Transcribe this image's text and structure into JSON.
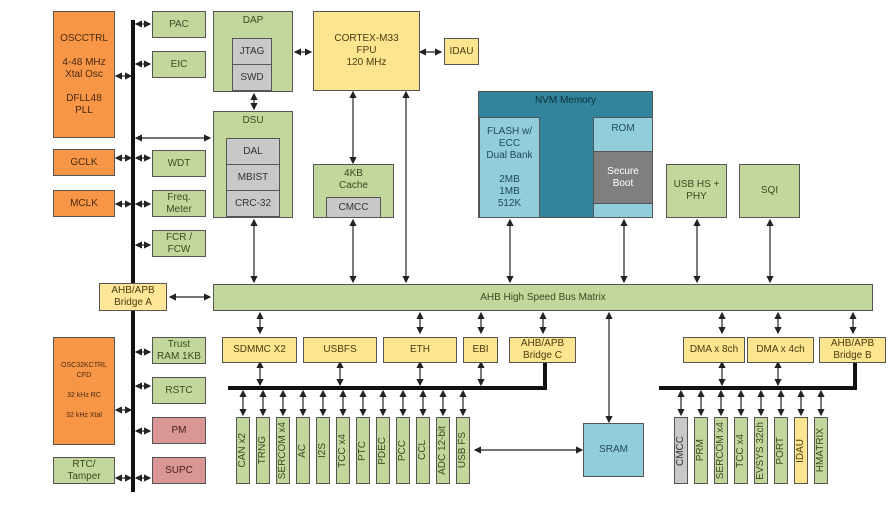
{
  "title": "SAM L11 / CORTEX-M33 Block Diagram",
  "colors": {
    "clock": "#f79646",
    "peripheral": "#c3d69b",
    "bus_master": "#fde48f",
    "power": "#d99694",
    "debug": "#c8c8c8",
    "secure": "#7f7f7f",
    "nvm": "#31849b",
    "memory": "#92cddc"
  },
  "left_column": {
    "oscctrl": "OSCCTRL\n\n4-48 MHz\nXtal Osc\n\nDFLL48\nPLL",
    "gclk": "GCLK",
    "mclk": "MCLK",
    "osc32kctrl": "OSC32KCTRL\nCFD\n\n32 kHz RC\n\n32 kHz Xtal",
    "rtc": "RTC/\nTamper"
  },
  "apb_a_peripherals": {
    "pac": "PAC",
    "eic": "EIC",
    "wdt": "WDT",
    "freqm": "Freq.\nMeter",
    "fcr": "FCR /\nFCW",
    "trustram": "Trust\nRAM 1KB",
    "rstc": "RSTC",
    "pm": "PM",
    "supc": "SUPC"
  },
  "bridge_a": "AHB/APB\nBridge A",
  "dap": {
    "title": "DAP",
    "jtag": "JTAG",
    "swd": "SWD"
  },
  "dsu": {
    "title": "DSU",
    "dal": "DAL",
    "mbist": "MBIST",
    "crc": "CRC-32"
  },
  "cpu": "CORTEX-M33\nFPU\n120 MHz",
  "idau_top": "IDAU",
  "cache": {
    "title": "4KB\nCache",
    "cmcc": "CMCC"
  },
  "nvm": {
    "title": "NVM Memory",
    "flash": "FLASH w/\nECC\nDual Bank\n\n2MB\n1MB\n512K",
    "rom": "ROM",
    "secure_boot": "Secure\nBoot"
  },
  "usbhs": "USB HS +\nPHY",
  "sqi": "SQI",
  "bus_matrix": "AHB High Speed Bus Matrix",
  "masters": {
    "sdmmc": "SDMMC X2",
    "usbfs": "USBFS",
    "eth": "ETH",
    "ebi": "EBI",
    "bridge_c": "AHB/APB\nBridge C",
    "dma8": "DMA x 8ch",
    "dma4": "DMA  x 4ch",
    "bridge_b": "AHB/APB\nBridge B"
  },
  "sram": "SRAM",
  "apb_c_peripherals": [
    "CAN x2",
    "TRNG",
    "SERCOM x4",
    "AC",
    "I2S",
    "TCC x4",
    "PTC",
    "PDEC",
    "PCC",
    "CCL",
    "ADC 12-bit",
    "USB FS"
  ],
  "apb_b_peripherals": [
    "CMCC",
    "PRM",
    "SERCOM x4",
    "TCC x4",
    "EVSYS 32ch",
    "PORT",
    "IDAU",
    "HMATRIX"
  ]
}
